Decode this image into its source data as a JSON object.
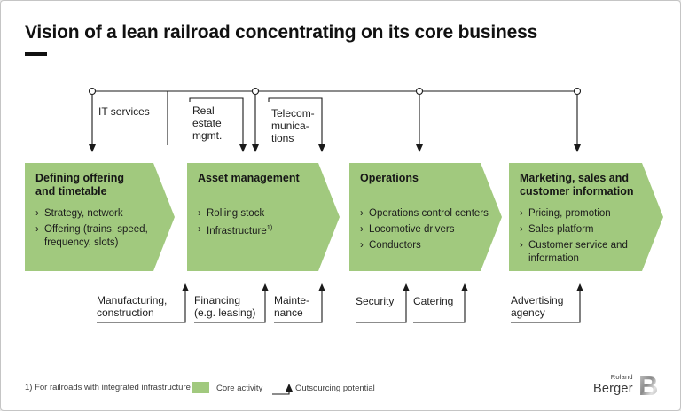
{
  "title": "Vision of a lean railroad concentrating on its core business",
  "colors": {
    "core_green": "#a1c97e",
    "line": "#1a1a1a"
  },
  "glyphs": {
    "bullet": "›"
  },
  "top_labels": {
    "it_services": "IT services",
    "real_estate": "Real\nestate\nmgmt.",
    "telecom": "Telecom-\nmunica-\ntions"
  },
  "boxes": [
    {
      "heading": "Defining offering\nand timetable",
      "bullets": [
        {
          "text": "Strategy, network"
        },
        {
          "text": "Offering (trains, speed, frequency, slots)"
        }
      ]
    },
    {
      "heading": "Asset management",
      "bullets": [
        {
          "text": "Rolling stock"
        },
        {
          "text": "Infrastructure",
          "sup": "1)"
        }
      ]
    },
    {
      "heading": "Operations",
      "bullets": [
        {
          "text": "Operations control centers"
        },
        {
          "text": "Locomotive drivers"
        },
        {
          "text": "Conductors"
        }
      ]
    },
    {
      "heading": "Marketing, sales and\ncustomer information",
      "bullets": [
        {
          "text": "Pricing, promotion"
        },
        {
          "text": "Sales platform"
        },
        {
          "text": "Customer service and information"
        }
      ]
    }
  ],
  "bottom_labels": {
    "manufacturing": "Manufacturing,\nconstruction",
    "financing": "Financing\n(e.g. leasing)",
    "maintenance": "Mainte-\nnance",
    "security": "Security",
    "catering": "Catering",
    "advertising": "Advertising\nagency"
  },
  "footer": {
    "footnote": "1) For railroads with integrated infrastructure",
    "legend_core": "Core activity",
    "legend_outsourcing": "Outsourcing potential"
  },
  "logo": {
    "top": "Roland",
    "bottom": "Berger",
    "monogram": "B"
  }
}
